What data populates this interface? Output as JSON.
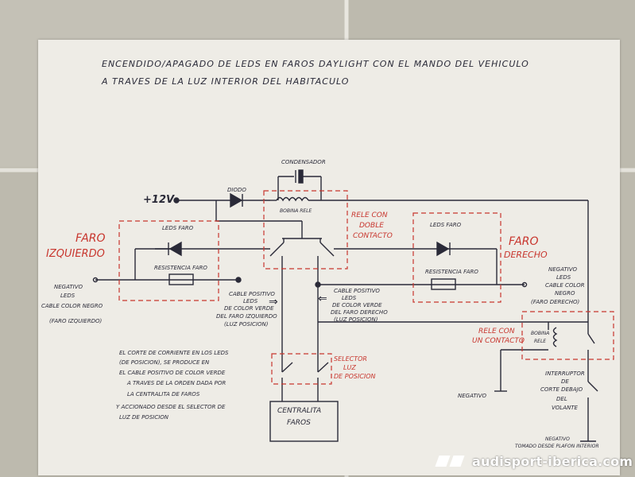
{
  "title_line1": "ENCENDIDO/APAGADO DE LEDS EN FAROS DAYLIGHT CON EL MANDO DEL VEHICULO",
  "title_line2": "A TRAVES DE LA LUZ INTERIOR DEL HABITACULO",
  "supply": "+12V",
  "diodo": "DIODO",
  "condensador": "CONDENSADOR",
  "bobina_rele": "BOBINA RELE",
  "rele_doble": [
    "RELE CON",
    "DOBLE",
    "CONTACTO"
  ],
  "faro_izq": [
    "FARO",
    "IZQUIERDO"
  ],
  "faro_der": [
    "FARO",
    "DERECHO"
  ],
  "leds_faro_left": "LEDS FARO",
  "leds_faro_right": "LEDS FARO",
  "resistencia_left": "RESISTENCIA FARO",
  "resistencia_right": "RESISTENCIA FARO",
  "neg_left": [
    "NEGATIVO",
    "LEDS",
    "CABLE COLOR NEGRO",
    "(FARO IZQUIERDO)"
  ],
  "neg_right": [
    "NEGATIVO",
    "LEDS",
    "CABLE COLOR",
    "NEGRO",
    "(FARO DERECHO)"
  ],
  "cable_left": [
    "CABLE POSITIVO",
    "LEDS",
    "DE COLOR VERDE",
    "DEL FARO IZQUIERDO",
    "(LUZ POSICION)"
  ],
  "cable_right": [
    "CABLE POSITIVO",
    "LEDS",
    "DE COLOR VERDE",
    "DEL FARO DERECHO",
    "(LUZ POSICION)"
  ],
  "rele_un": [
    "RELE CON",
    "UN CONTACTO"
  ],
  "bobina_rele2": [
    "BOBINA",
    "RELE"
  ],
  "selector": [
    "SELECTOR",
    "LUZ",
    "DE POSICION"
  ],
  "centralita": [
    "CENTRALITA",
    "FAROS"
  ],
  "note": [
    "EL CORTE DE CORRIENTE EN LOS LEDS",
    "(DE POSICION), SE PRODUCE EN",
    "EL CABLE POSITIVO DE COLOR VERDE",
    "A TRAVES DE LA ORDEN DADA POR",
    "LA CENTRALITA DE FAROS",
    "Y ACCIONADO DESDE EL SELECTOR DE",
    "LUZ DE POSICION"
  ],
  "negativo_bottom": "NEGATIVO",
  "interruptor": [
    "INTERRUPTOR",
    "DE",
    "CORTE DEBAJO",
    "DEL",
    "VOLANTE"
  ],
  "negativo_plafon": [
    "NEGATIVO",
    "TOMADO DESDE PLAFON INTERIOR"
  ],
  "watermark": "audisport-iberica.com",
  "colors": {
    "ink": "#2a2a38",
    "red": "#c8362e",
    "paper": "#eeece6"
  }
}
